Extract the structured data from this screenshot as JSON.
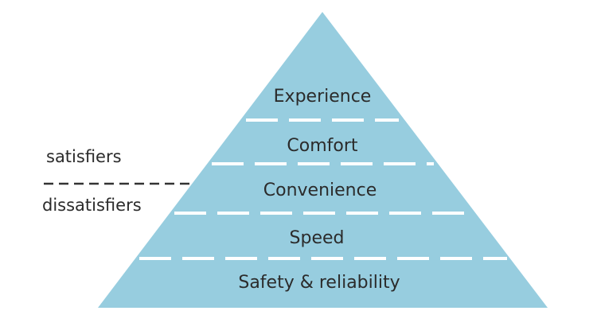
{
  "pyramid": {
    "fill_color": "#97cddf",
    "separator_color": "#ffffff",
    "threshold_line_color": "#333333",
    "tiers_top_to_bottom": [
      "Experience",
      "Comfort",
      "Convenience",
      "Speed",
      "Safety & reliability"
    ]
  },
  "side_labels": {
    "upper": "satisfiers",
    "lower": "dissatisfiers"
  }
}
